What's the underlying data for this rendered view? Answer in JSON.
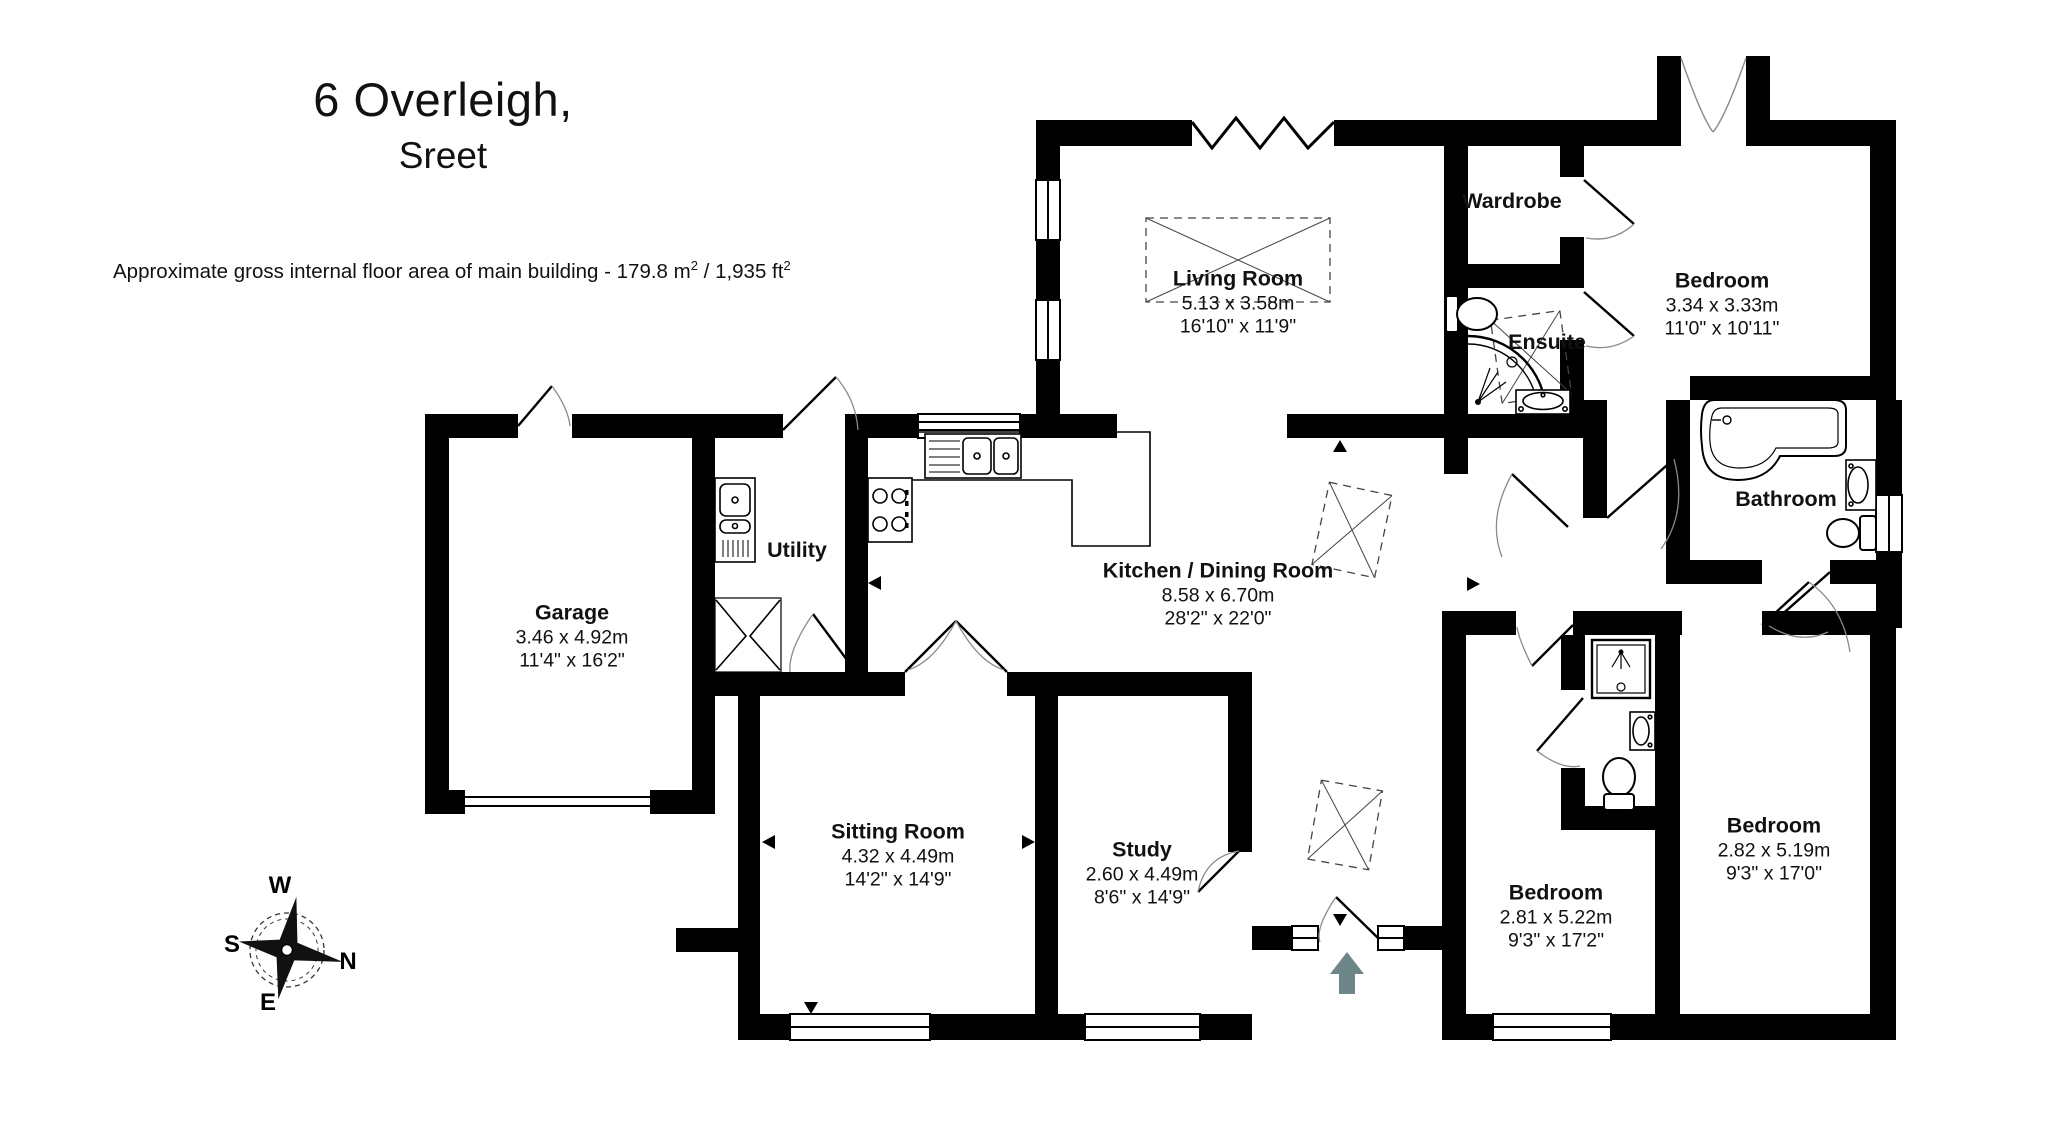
{
  "title": {
    "line1": "6 Overleigh,",
    "line2": "Sreet"
  },
  "area_note": {
    "prefix": "Approximate gross internal floor area of main building  -  ",
    "metric_value": "179.8 m",
    "metric_sup": "2",
    "separator": " /  ",
    "imperial_value": "1,935 ft",
    "imperial_sup": "2"
  },
  "compass": {
    "w": "W",
    "s": "S",
    "n": "N",
    "e": "E"
  },
  "colors": {
    "walls": "#000000",
    "entrance_arrow": "#6f8688",
    "door_arc": "#8a8a8a"
  },
  "rooms": [
    {
      "name": "Living Room",
      "metric": "5.13 x 3.58m",
      "imperial": "16'10\" x 11'9\""
    },
    {
      "name": "Wardrobe"
    },
    {
      "name": "Ensuite"
    },
    {
      "name": "Bedroom",
      "metric": "3.34 x 3.33m",
      "imperial": "11'0\" x 10'11\""
    },
    {
      "name": "Bathroom"
    },
    {
      "name": "Kitchen / Dining Room",
      "metric": "8.58 x 6.70m",
      "imperial": "28'2\" x 22'0\""
    },
    {
      "name": "Utility"
    },
    {
      "name": "Garage",
      "metric": "3.46 x 4.92m",
      "imperial": "11'4\" x 16'2\""
    },
    {
      "name": "Sitting Room",
      "metric": "4.32 x 4.49m",
      "imperial": "14'2\" x 14'9\""
    },
    {
      "name": "Study",
      "metric": "2.60 x 4.49m",
      "imperial": "8'6\" x 14'9\""
    },
    {
      "name": "Bedroom",
      "metric": "2.81 x 5.22m",
      "imperial": "9'3\" x 17'2\""
    },
    {
      "name": "Bedroom",
      "metric": "2.82 x 5.19m",
      "imperial": "9'3\" x 17'0\""
    }
  ]
}
